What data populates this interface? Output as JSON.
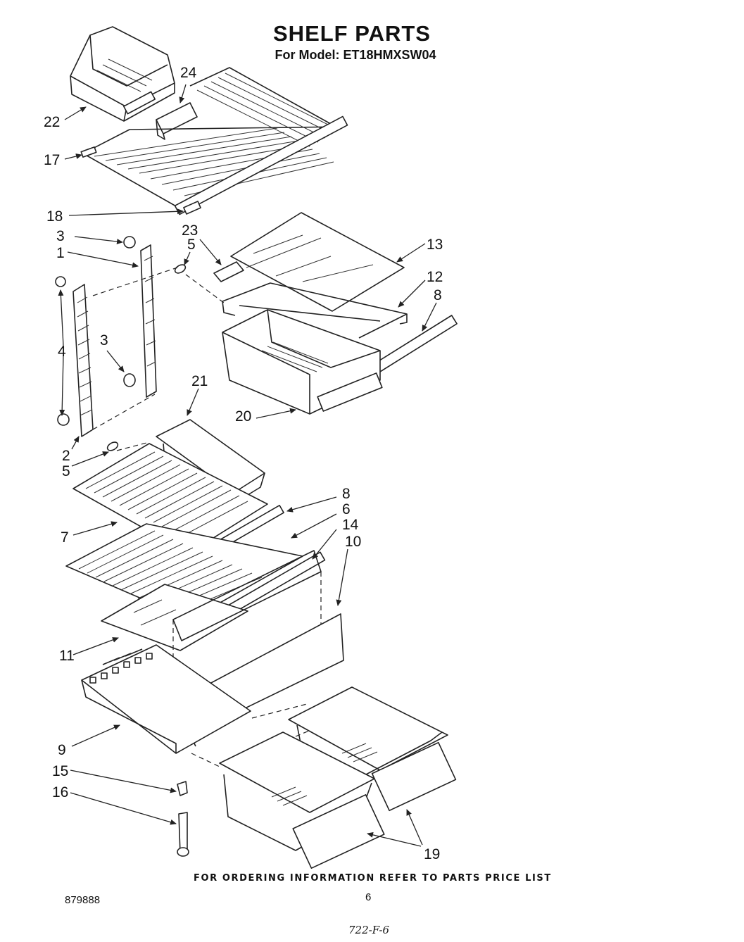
{
  "header": {
    "title": "SHELF PARTS",
    "model": "For Model: ET18HMXSW04"
  },
  "callouts": {
    "c1": "1",
    "c2": "2",
    "c3a": "3",
    "c3b": "3",
    "c4": "4",
    "c5a": "5",
    "c5b": "5",
    "c6": "6",
    "c7": "7",
    "c8a": "8",
    "c8b": "8",
    "c9": "9",
    "c10": "10",
    "c11": "11",
    "c12": "12",
    "c13": "13",
    "c14": "14",
    "c15": "15",
    "c16": "16",
    "c17": "17",
    "c18": "18",
    "c19": "19",
    "c20": "20",
    "c21": "21",
    "c22": "22",
    "c23": "23",
    "c24": "24"
  },
  "footer": {
    "ordering_note": "FOR ORDERING INFORMATION REFER TO PARTS PRICE LIST",
    "doc_number": "879888",
    "page_number": "6",
    "handwritten_note": "722-F-6"
  }
}
